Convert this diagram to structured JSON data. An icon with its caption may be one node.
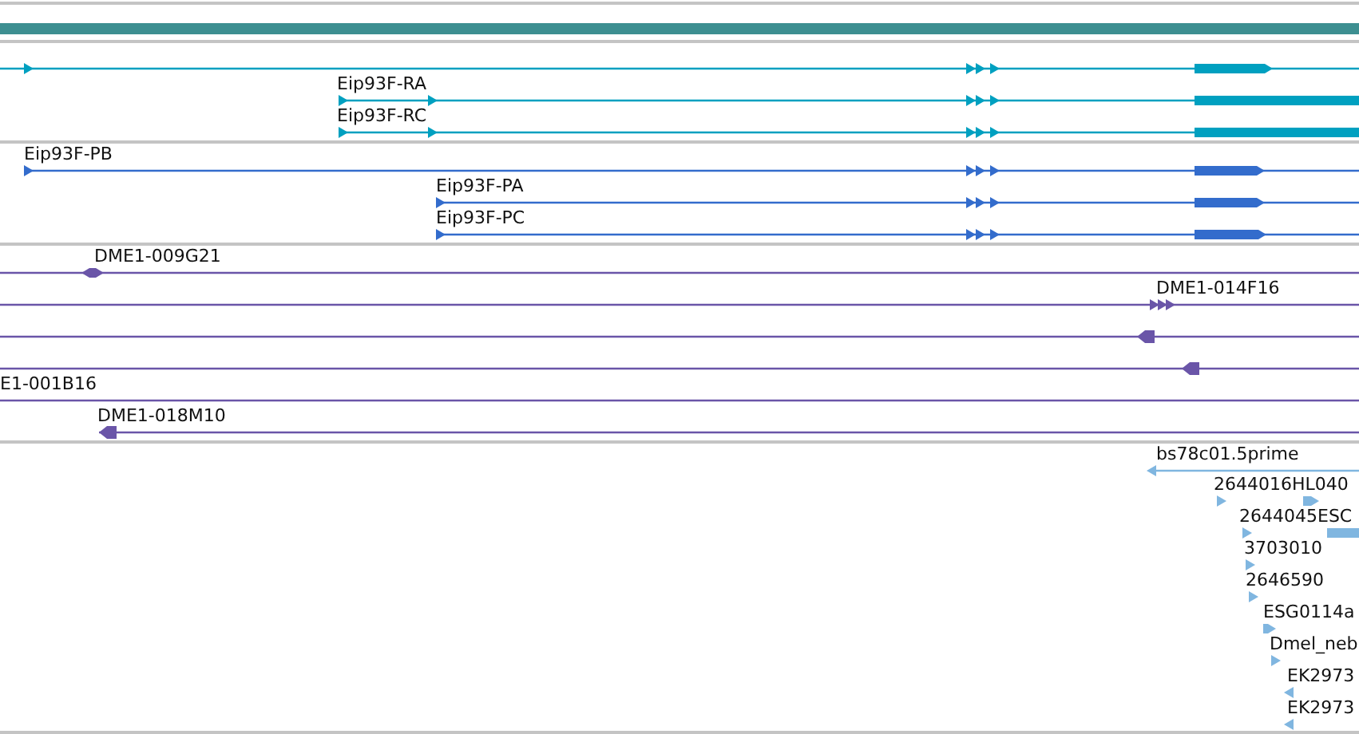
{
  "diagram": {
    "nodes": [
      {
        "text": [],
        "shape": "bar"
      },
      {
        "text": [],
        "shape": "bar"
      },
      {
        "text": [
          "Eip93F-RA"
        ]
      },
      {
        "text": [
          "Eip93F-RC"
        ]
      },
      {
        "text": [
          "Eip93F-PB"
        ]
      },
      {
        "text": [
          "Eip93F-PA"
        ]
      },
      {
        "text": [
          "Eip93F-PC"
        ]
      },
      {
        "text": [
          "DME1-009G21"
        ]
      },
      {
        "text": [
          "DME1-014F16"
        ]
      },
      {
        "text": [],
        "shape": "bar"
      },
      {
        "text": [],
        "shape": "bar"
      },
      {
        "text": [
          "E1-001B16"
        ]
      },
      {
        "text": [
          "DME1-018M10"
        ]
      },
      {
        "text": [
          "bs78c01.5prime"
        ]
      },
      {
        "text": [
          "2644016HL040"
        ]
      },
      {
        "text": [
          "2644045ESC"
        ]
      },
      {
        "text": [
          "3703010"
        ]
      },
      {
        "text": [
          "2646590"
        ]
      },
      {
        "text": [
          "ESG0114a"
        ]
      },
      {
        "text": [
          "Dmel_neb"
        ]
      },
      {
        "text": [
          "EK2973"
        ]
      },
      {
        "text": [
          "EK2973"
        ]
      }
    ]
  }
}
